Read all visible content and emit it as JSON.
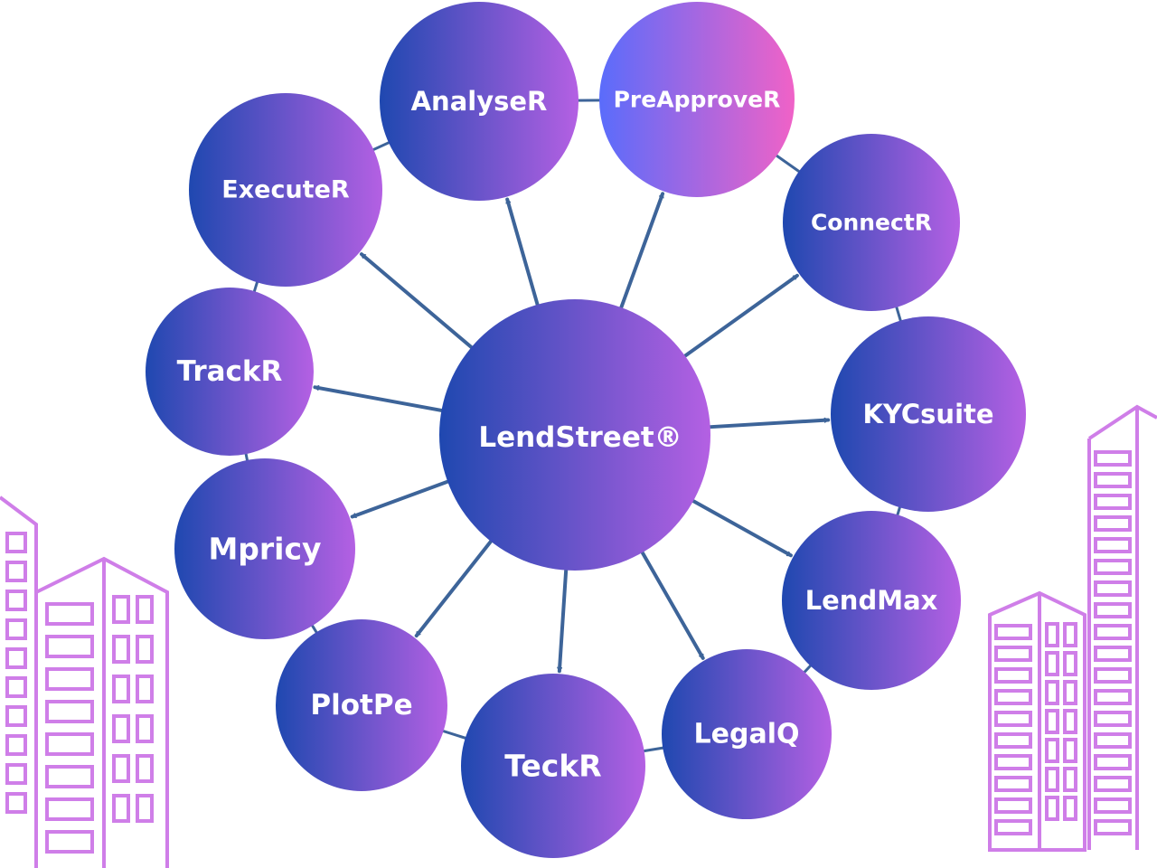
{
  "hub": {
    "label": "LendStreet®"
  },
  "modules": [
    {
      "id": "analyser",
      "label": "AnalyseR"
    },
    {
      "id": "preapprover",
      "label": "PreApproveR"
    },
    {
      "id": "connectr",
      "label": "ConnectR"
    },
    {
      "id": "kycsuite",
      "label": "KYCsuite"
    },
    {
      "id": "lendmax",
      "label": "LendMax"
    },
    {
      "id": "legalq",
      "label": "LegalQ"
    },
    {
      "id": "teckr",
      "label": "TeckR"
    },
    {
      "id": "plotpe",
      "label": "PlotPe"
    },
    {
      "id": "mpricy",
      "label": "Mpricy"
    },
    {
      "id": "trackr",
      "label": "TrackR"
    },
    {
      "id": "executer",
      "label": "ExecuteR"
    }
  ],
  "colors": {
    "gradient_start": "#1f48b0",
    "gradient_end": "#b460e3",
    "highlight_start": "#5a6cfb",
    "highlight_end": "#f062c7",
    "arrow": "#3d6499",
    "ring": "#3d6499",
    "building": "#cf7ee8"
  }
}
